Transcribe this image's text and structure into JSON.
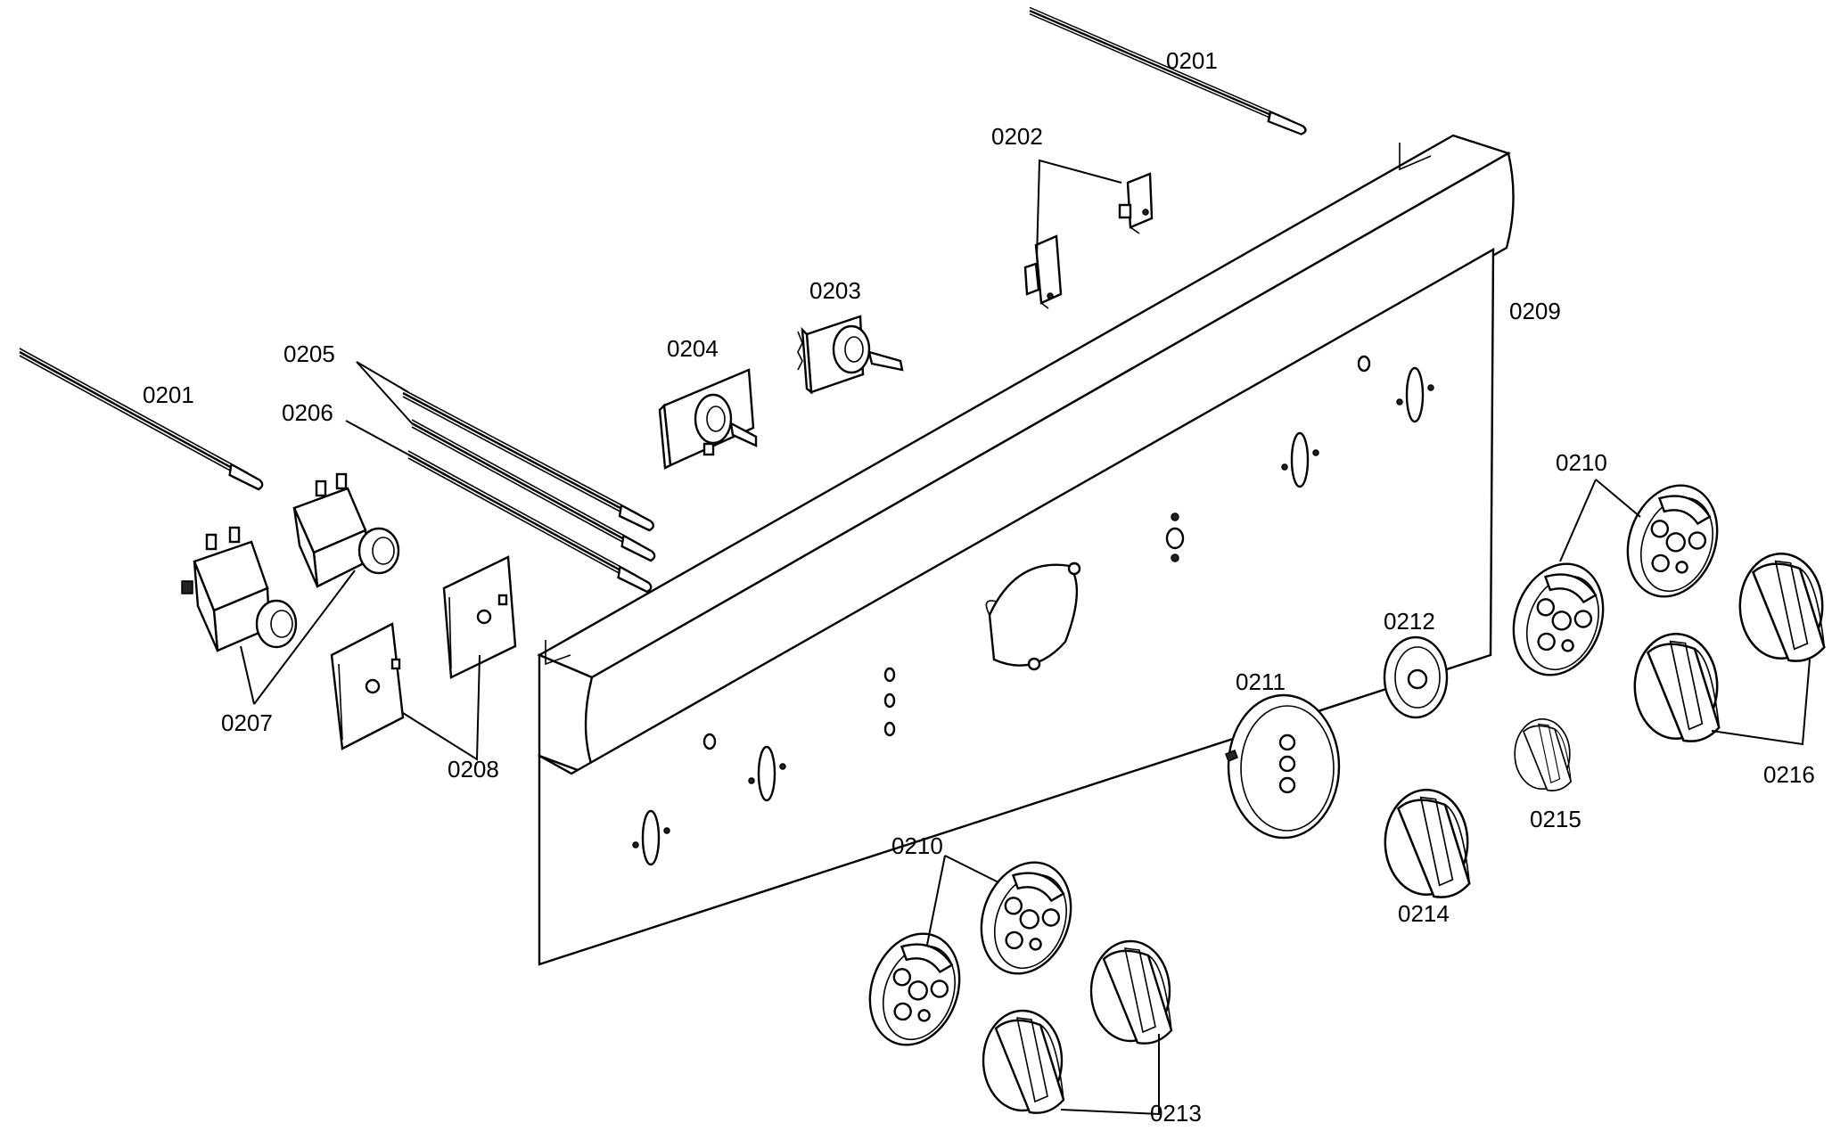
{
  "labels": {
    "p0201_left": "0201",
    "p0201_top": "0201",
    "p0202": "0202",
    "p0203": "0203",
    "p0204": "0204",
    "p0205": "0205",
    "p0206": "0206",
    "p0207": "0207",
    "p0208": "0208",
    "p0209": "0209",
    "p0210_right": "0210",
    "p0210_bottom": "0210",
    "p0211": "0211",
    "p0212": "0212",
    "p0213": "0213",
    "p0214": "0214",
    "p0215": "0215",
    "p0216": "0216"
  },
  "colors": {
    "line": "#000000",
    "background": "#ffffff"
  }
}
